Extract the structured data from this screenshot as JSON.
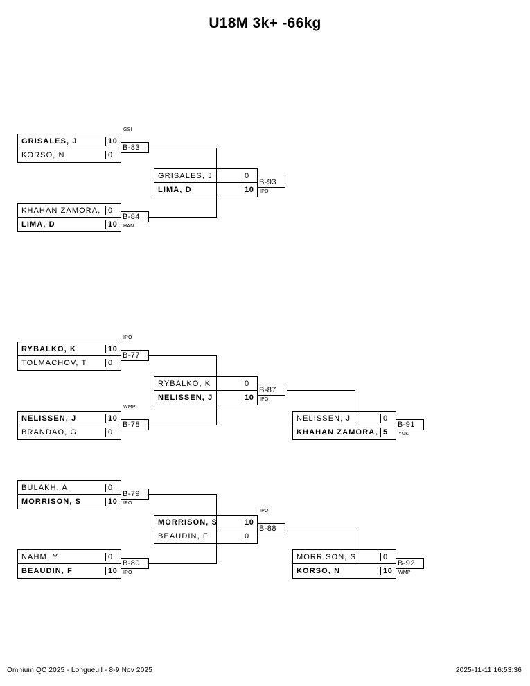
{
  "title": "U18M 3k+ -66kg",
  "footer": {
    "event": "Omnium QC 2025 - Longueuil - 8-9 Nov 2025",
    "timestamp": "2025-11-11 16:53:36"
  },
  "matches": [
    {
      "id": "B-83",
      "result": "GSI",
      "top": {
        "name": "GRISALES, J",
        "score": "10",
        "winner": true
      },
      "bottom": {
        "name": "KORSO, N",
        "score": "0",
        "winner": false
      }
    },
    {
      "id": "B-84",
      "result": "HAN",
      "top": {
        "name": "KHAHAN ZAMORA,",
        "score": "0",
        "winner": false
      },
      "bottom": {
        "name": "LIMA, D",
        "score": "10",
        "winner": true
      }
    },
    {
      "id": "B-93",
      "result": "IPO",
      "top": {
        "name": "GRISALES, J",
        "score": "0",
        "winner": false
      },
      "bottom": {
        "name": "LIMA, D",
        "score": "10",
        "winner": true
      }
    },
    {
      "id": "B-77",
      "result": "IPO",
      "top": {
        "name": "RYBALKO, K",
        "score": "10",
        "winner": true
      },
      "bottom": {
        "name": "TOLMACHOV, T",
        "score": "0",
        "winner": false
      }
    },
    {
      "id": "B-78",
      "result": "WMP",
      "top": {
        "name": "NELISSEN, J",
        "score": "10",
        "winner": true
      },
      "bottom": {
        "name": "BRANDAO, G",
        "score": "0",
        "winner": false
      }
    },
    {
      "id": "B-87",
      "result": "IPO",
      "top": {
        "name": "RYBALKO, K",
        "score": "0",
        "winner": false
      },
      "bottom": {
        "name": "NELISSEN, J",
        "score": "10",
        "winner": true
      }
    },
    {
      "id": "B-91",
      "result": "YUK",
      "top": {
        "name": "NELISSEN, J",
        "score": "0",
        "winner": false
      },
      "bottom": {
        "name": "KHAHAN ZAMORA,",
        "score": "5",
        "winner": true
      }
    },
    {
      "id": "B-79",
      "result": "IPO",
      "top": {
        "name": "BULAKH, A",
        "score": "0",
        "winner": false
      },
      "bottom": {
        "name": "MORRISON, S",
        "score": "10",
        "winner": true
      }
    },
    {
      "id": "B-80",
      "result": "IPO",
      "top": {
        "name": "NAHM, Y",
        "score": "0",
        "winner": false
      },
      "bottom": {
        "name": "BEAUDIN, F",
        "score": "10",
        "winner": true
      }
    },
    {
      "id": "B-88",
      "result": "IPO",
      "top": {
        "name": "MORRISON, S",
        "score": "10",
        "winner": true
      },
      "bottom": {
        "name": "BEAUDIN, F",
        "score": "0",
        "winner": false
      }
    },
    {
      "id": "B-92",
      "result": "WMP",
      "top": {
        "name": "MORRISON, S",
        "score": "0",
        "winner": false
      },
      "bottom": {
        "name": "KORSO, N",
        "score": "10",
        "winner": true
      }
    }
  ]
}
